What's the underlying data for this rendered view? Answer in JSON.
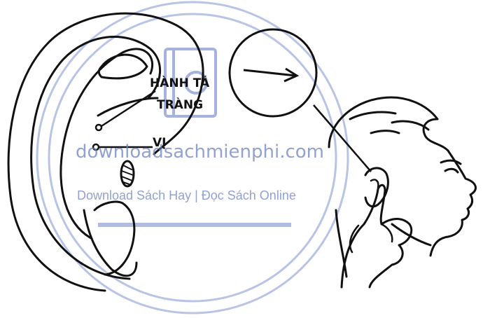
{
  "labels": {
    "hanh_ta": "HÀNH TÁ",
    "trang": "TRÀNG",
    "vi": "VỊ"
  },
  "watermark": {
    "site": "downloadsachmienphi.com",
    "tagline": "Download Sách Hay | Đọc Sách Online",
    "color": "#6f82c4",
    "icon": "book-icon"
  }
}
